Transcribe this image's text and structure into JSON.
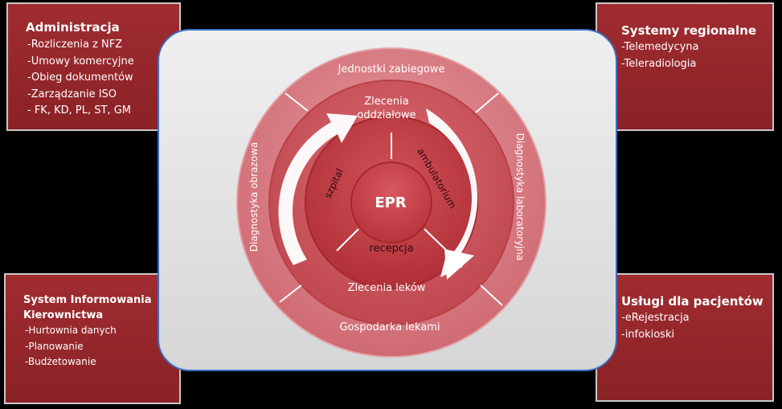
{
  "boxes": {
    "administracja": {
      "title": "Administracja",
      "items": [
        "-Rozliczenia z NFZ",
        "-Umowy komercyjne",
        "-Obieg dokumentów",
        "-Zarządzanie ISO",
        "- FK, KD, PL, ST, GM"
      ]
    },
    "systemy_regionalne": {
      "title": "Systemy regionalne",
      "items": [
        "-Telemedycyna",
        "-Teleradiologia"
      ]
    },
    "sik": {
      "title_line1": "System Informowania",
      "title_line2": "Kierownictwa",
      "items": [
        "-Hurtownia danych",
        "-Planowanie",
        "-Budżetowanie"
      ]
    },
    "uslugi": {
      "title": "Usługi dla pacjentów",
      "items": [
        "-eRejestracja",
        "-infokioski"
      ]
    }
  },
  "diagram": {
    "outer_ring": {
      "top": "Jednostki zabiegowe",
      "left": "Diagnostyka obrazowa",
      "right": "Diagnostyka laboratoryjna",
      "bottom": "Gospodarka lekami"
    },
    "middle_ring": {
      "top_line1": "Zlecenia",
      "top_line2": "oddziałowe",
      "bottom": "Zlecenia leków"
    },
    "inner_ring": {
      "left": "szpital",
      "right": "ambulatorium",
      "bottom": "recepcja"
    },
    "center": "EPR"
  },
  "colors": {
    "box_red": "#8a2226",
    "outer_ring": "#d9838a",
    "middle_ring": "#c9545c",
    "inner_ring": "#b8343c",
    "panel_border": "#3a6fc4"
  }
}
